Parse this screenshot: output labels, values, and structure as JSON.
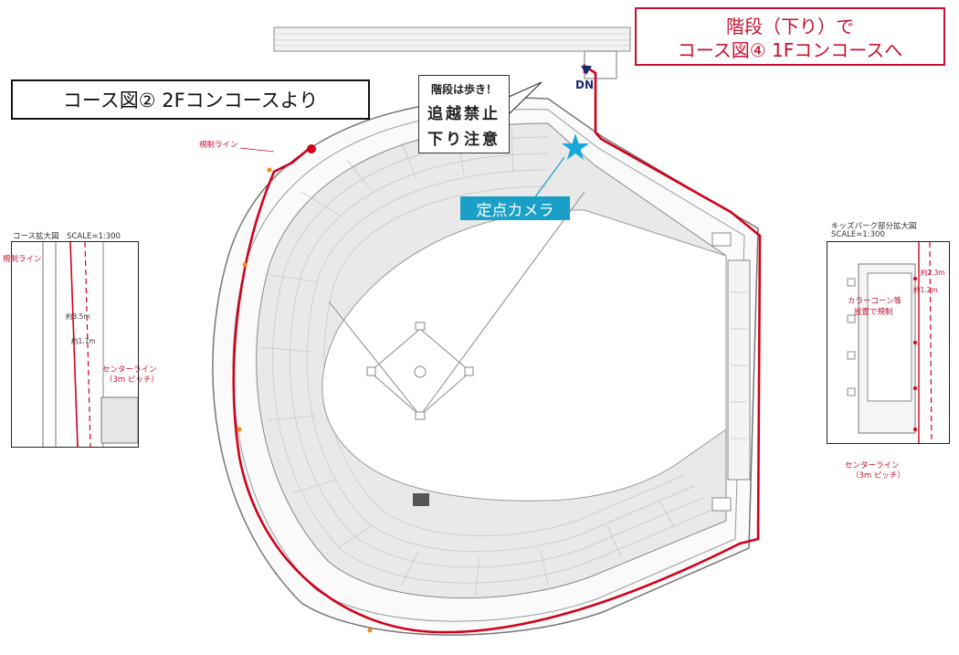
{
  "callouts": {
    "course2_from": "コース図② 2Fコンコースより",
    "course4_to_line1": "階段（下り）で",
    "course4_to_line2": "コース図④ 1Fコンコースへ",
    "dn_label": "DN",
    "stairs_note_line1": "階段は歩き！",
    "stairs_note_line2": "追越禁止",
    "stairs_note_line3": "下り注意",
    "camera_label": "定点カメラ",
    "restriction_line": "規制ライン"
  },
  "left_inset": {
    "title": "コース拡大図　SCALE=1:300",
    "restriction_line": "規制ライン",
    "width_1": "約3.5m",
    "width_2": "約1.7m",
    "center_line_1": "センターライン",
    "center_line_2": "（3m ピッチ）"
  },
  "right_inset": {
    "title_1": "キッズパーク部分拡大図",
    "title_2": "SCALE=1:300",
    "width_1": "約2.3m",
    "width_2": "約1.2m",
    "cone_1": "カラーコーン等",
    "cone_2": "設置で規制",
    "center_line_1": "センターライン",
    "center_line_2": "（3m ピッチ）"
  },
  "colors": {
    "route_red": "#d0021b",
    "camera_blue": "#1aa0c8",
    "camera_star": "#1aa8d8"
  }
}
